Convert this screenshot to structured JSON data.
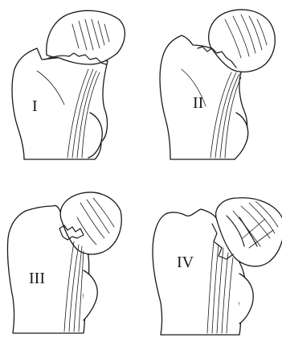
{
  "figure": {
    "panels": [
      {
        "label": "I"
      },
      {
        "label": "II"
      },
      {
        "label": "III"
      },
      {
        "label": "IV"
      }
    ],
    "line_color": "#1a1a1a",
    "background": "#ffffff"
  }
}
